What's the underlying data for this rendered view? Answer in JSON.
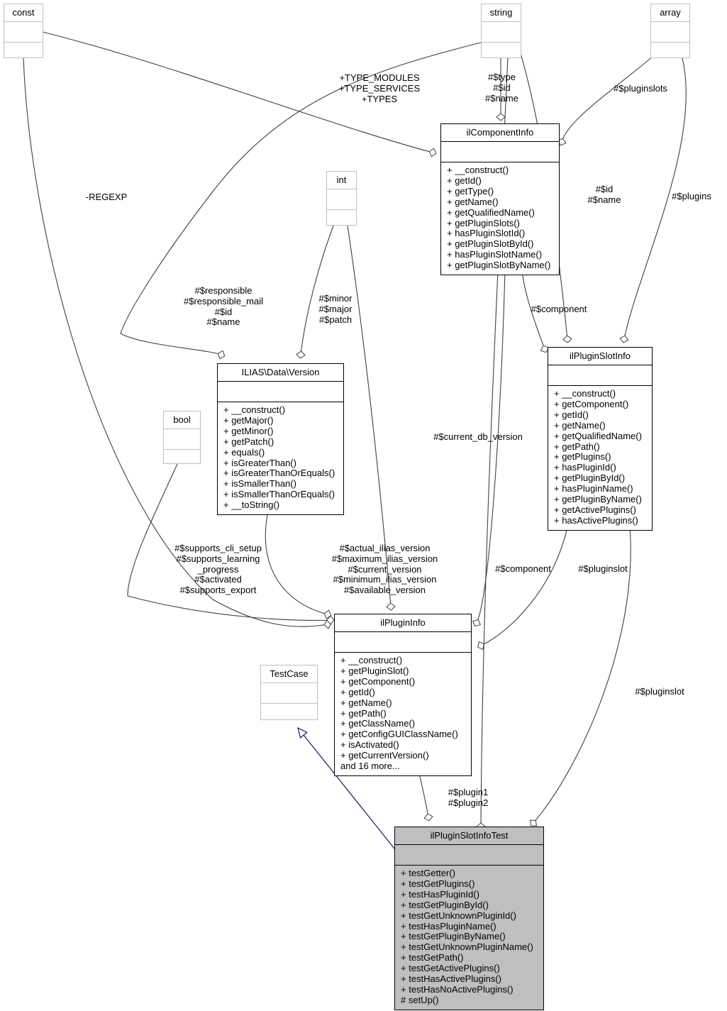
{
  "diagram": {
    "title": "ilPluginSlotInfoTest collaboration diagram",
    "type": "uml-class-collaboration"
  },
  "classes": {
    "const": {
      "name": "const",
      "attributes": [],
      "operations": []
    },
    "string": {
      "name": "string",
      "attributes": [],
      "operations": []
    },
    "array": {
      "name": "array",
      "attributes": [],
      "operations": []
    },
    "int": {
      "name": "int",
      "attributes": [],
      "operations": []
    },
    "bool": {
      "name": "bool",
      "attributes": [],
      "operations": []
    },
    "testcase": {
      "name": "TestCase",
      "attributes": [],
      "operations": []
    },
    "ilComponentInfo": {
      "name": "ilComponentInfo",
      "attributes": [],
      "operations": [
        "+ __construct()",
        "+ getId()",
        "+ getType()",
        "+ getName()",
        "+ getQualifiedName()",
        "+ getPluginSlots()",
        "+ hasPluginSlotId()",
        "+ getPluginSlotById()",
        "+ hasPluginSlotName()",
        "+ getPluginSlotByName()"
      ]
    },
    "ilPluginSlotInfo": {
      "name": "ilPluginSlotInfo",
      "attributes": [],
      "operations": [
        "+ __construct()",
        "+ getComponent()",
        "+ getId()",
        "+ getName()",
        "+ getQualifiedName()",
        "+ getPath()",
        "+ getPlugins()",
        "+ hasPluginId()",
        "+ getPluginById()",
        "+ hasPluginName()",
        "+ getPluginByName()",
        "+ getActivePlugins()",
        "+ hasActivePlugins()"
      ]
    },
    "ilasDataVersion": {
      "name": "ILIAS\\Data\\Version",
      "attributes": [],
      "operations": [
        "+ __construct()",
        "+ getMajor()",
        "+ getMinor()",
        "+ getPatch()",
        "+ equals()",
        "+ isGreaterThan()",
        "+ isGreaterThanOrEquals()",
        "+ isSmallerThan()",
        "+ isSmallerThanOrEquals()",
        "+ __toString()"
      ]
    },
    "ilPluginInfo": {
      "name": "ilPluginInfo",
      "attributes": [],
      "operations": [
        "+ __construct()",
        "+ getPluginSlot()",
        "+ getComponent()",
        "+ getId()",
        "+ getName()",
        "+ getPath()",
        "+ getClassName()",
        "+ getConfigGUIClassName()",
        "+ isActivated()",
        "+ getCurrentVersion()",
        "and 16 more..."
      ]
    },
    "ilPluginSlotInfoTest": {
      "name": "ilPluginSlotInfoTest",
      "attributes": [],
      "operations": [
        "+ testGetter()",
        "+ testGetPlugins()",
        "+ testHasPluginId()",
        "+ testGetPluginById()",
        "+ testGetUnknownPluginId()",
        "+ testHasPluginName()",
        "+ testGetPluginByName()",
        "+ testGetUnknownPluginName()",
        "+ testGetPath()",
        "+ testGetActivePlugins()",
        "+ testHasActivePlugins()",
        "+ testHasNoActivePlugins()",
        "# setUp()"
      ]
    }
  },
  "edge_labels": {
    "types": "+TYPE_MODULES\n+TYPE_SERVICES\n+TYPES",
    "regexp": "-REGEXP",
    "string_component": "#$type\n#$id\n#$name",
    "array_pluginslots": "#$pluginslots",
    "string_slot_idname": "#$id\n#$name",
    "array_plugins": "#$plugins",
    "version_responsible": "#$responsible\n#$responsible_mail\n#$id\n#$name",
    "int_version_parts": "#$minor\n#$major\n#$patch",
    "int_current_db_version": "#$current_db_version",
    "component_slot": "#$component",
    "bool_plugin_flags": "#$supports_cli_setup\n#$supports_learning\n_progress\n#$activated\n#$supports_export",
    "version_plugin_versions": "#$actual_ilias_version\n#$maximum_ilias_version\n#$current_version\n#$minimum_ilias_version\n#$available_version",
    "component_test": "#$component",
    "pluginslot_plugin": "#$pluginslot",
    "pluginslot_test": "#$pluginslot",
    "plugins_test": "#$plugin1\n#$plugin2"
  },
  "colors": {
    "background": "#ffffff",
    "plain_border": "#bfbfbf",
    "solid_border": "#000000",
    "focus_fill": "#bfbfbf",
    "edge": "#404040",
    "inheritance_edge": "#191970"
  }
}
